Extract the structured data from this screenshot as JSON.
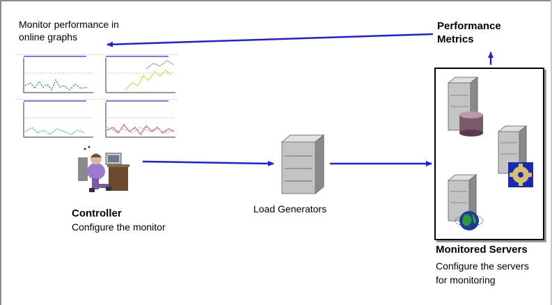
{
  "note": {
    "line1": "Monitor performance in",
    "line2": "online graphs"
  },
  "performance_metrics": {
    "line1": "Performance",
    "line2": "Metrics"
  },
  "controller": {
    "title": "Controller",
    "description": "Configure the monitor"
  },
  "load_generators": {
    "label": "Load Generators"
  },
  "monitored_servers": {
    "title": "Monitored Servers",
    "description_line1": "Configure the servers",
    "description_line2": "for monitoring"
  },
  "colors": {
    "arrow": "#1e1ee6",
    "box_border": "#000000",
    "graph_green": "#22aa44",
    "graph_yellow": "#cccc22",
    "graph_cyan": "#22cccc",
    "graph_magenta": "#cc22cc"
  },
  "icons": [
    "controller-person-icon",
    "load-generator-server-icon",
    "database-server-icon",
    "settings-server-icon",
    "web-server-icon"
  ]
}
